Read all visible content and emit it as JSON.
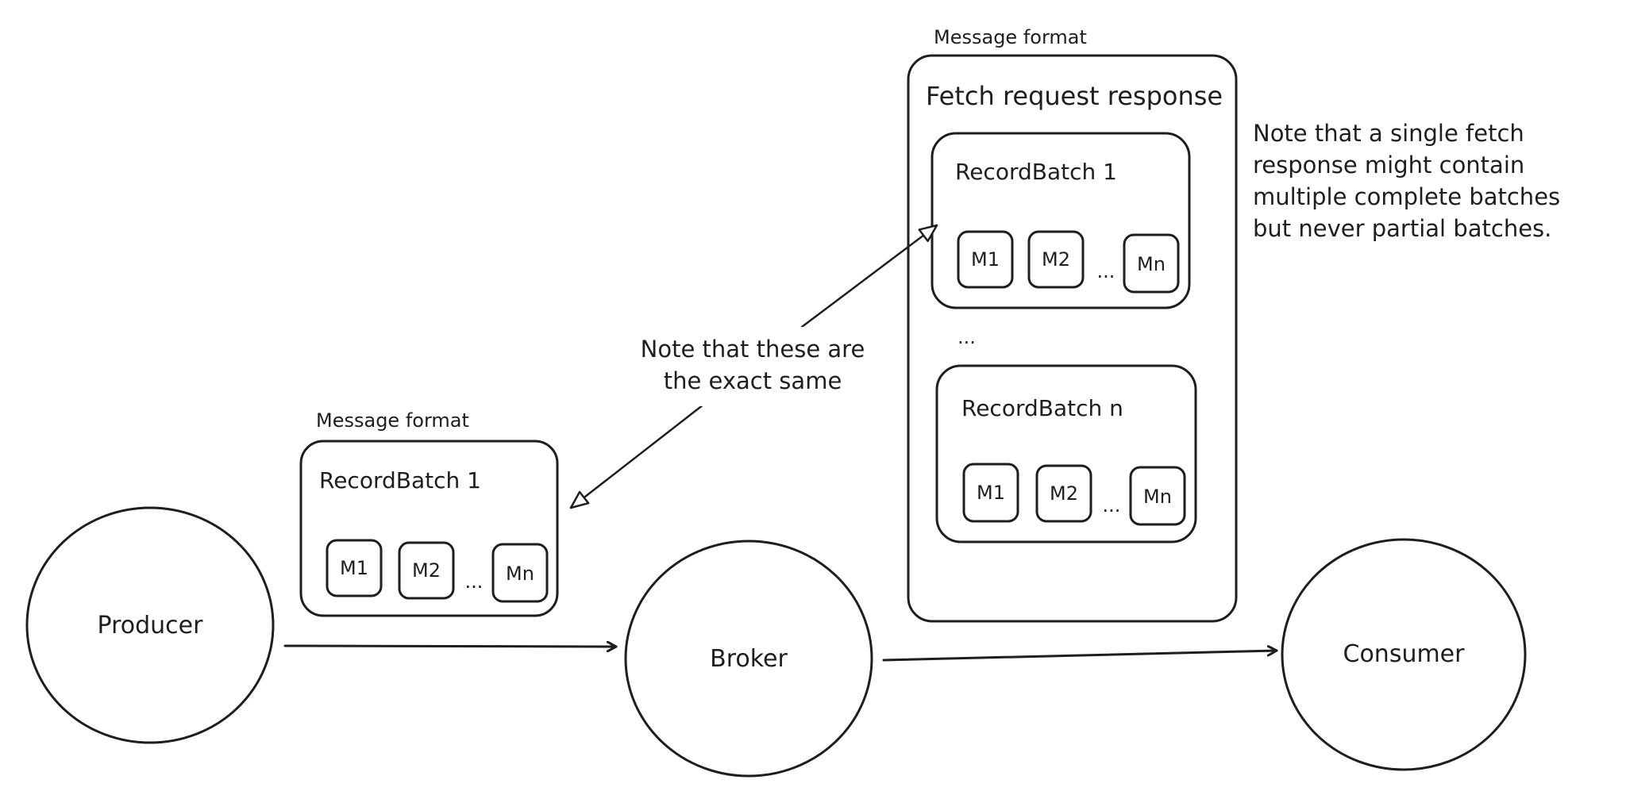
{
  "nodes": {
    "producer": "Producer",
    "broker": "Broker",
    "consumer": "Consumer"
  },
  "producer_format": {
    "caption": "Message format",
    "batch_label": "RecordBatch 1",
    "messages": [
      "M1",
      "M2",
      "Mn"
    ],
    "ellipsis": "..."
  },
  "fetch_format": {
    "caption": "Message format",
    "title": "Fetch request response",
    "batch1": {
      "label": "RecordBatch 1",
      "messages": [
        "M1",
        "M2",
        "Mn"
      ],
      "ellipsis": "..."
    },
    "between_ellipsis": "...",
    "batchn": {
      "label": "RecordBatch n",
      "messages": [
        "M1",
        "M2",
        "Mn"
      ],
      "ellipsis": "..."
    }
  },
  "notes": {
    "same_line1": "Note that these are",
    "same_line2": "the exact same",
    "fetch_lines": [
      "Note that a single fetch",
      "response might contain",
      "multiple complete batches",
      "but never partial batches."
    ]
  }
}
